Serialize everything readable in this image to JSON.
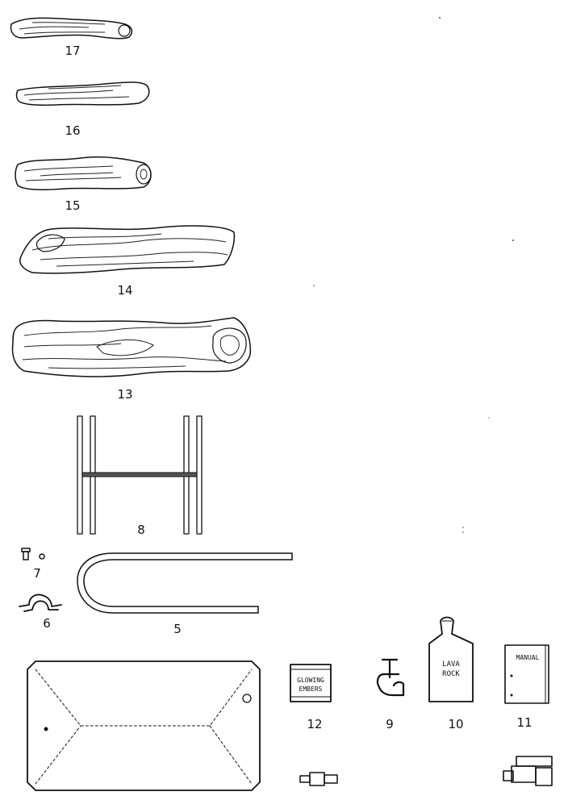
{
  "parts": {
    "p17": "17",
    "p16": "16",
    "p15": "15",
    "p14": "14",
    "p13": "13",
    "p8": "8",
    "p7": "7",
    "p6": "6",
    "p5": "5",
    "p12": "12",
    "p9": "9",
    "p10": "10",
    "p11": "11"
  },
  "labels": {
    "embers_line1": "GLOWING",
    "embers_line2": "EMBERS",
    "lava_line1": "LAVA",
    "lava_line2": "ROCK",
    "manual": "MANUAL"
  }
}
